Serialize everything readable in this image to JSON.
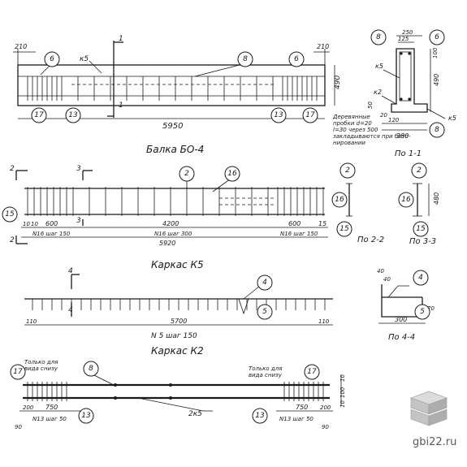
{
  "beam_view": {
    "title": "Балка БО-4",
    "dims": {
      "length": "5950",
      "end_left": "210",
      "end_right": "210",
      "height": "490"
    },
    "labels": {
      "k5": "к5",
      "cut1": "1"
    },
    "callouts": {
      "c6": "6",
      "c8": "8",
      "c13": "13",
      "c17": "17"
    }
  },
  "section_1_1": {
    "title": "По 1-1",
    "dims": {
      "top_w": "250",
      "inner_w": "125",
      "h1": "100",
      "h2": "490",
      "b1": "120",
      "b2": "380",
      "side": "50",
      "bot": "20"
    },
    "labels": {
      "k5": "к5",
      "k2": "к2",
      "k5b": "к5"
    },
    "note": [
      "Деревянные",
      "пробки d=20",
      "l=30 через 500",
      "закладываются при бето-",
      "нировании"
    ],
    "callouts": {
      "c8": "8",
      "c6": "6",
      "c8b": "8"
    }
  },
  "frame_k5": {
    "title": "Каркас К5",
    "dims": {
      "d10a": "10",
      "d10b": "10",
      "left": "600",
      "mid": "4200",
      "right": "600",
      "total": "5920",
      "edge": "15",
      "step_l": "N16 шаг 150",
      "step_m": "N16 шаг 300",
      "step_r": "N16 шаг 150"
    },
    "cuts": {
      "c2": "2",
      "c3": "3"
    },
    "callouts": {
      "c2": "2",
      "c16": "16",
      "c15": "15"
    }
  },
  "section_2_2": {
    "title": "По 2-2",
    "callouts": {
      "c2": "2",
      "c16": "16",
      "c15": "15"
    }
  },
  "section_3_3": {
    "title": "По 3-3",
    "dim": "480",
    "callouts": {
      "c2": "2",
      "c16": "16",
      "c15": "15"
    }
  },
  "frame_k2": {
    "title": "Каркас К2",
    "dims": {
      "left": "110",
      "mid": "5700",
      "right": "110",
      "step": "N 5 шаг 150"
    },
    "cut": "4",
    "callouts": {
      "c4": "4",
      "c5": "5"
    }
  },
  "section_4_4": {
    "title": "По 4-4",
    "dims": {
      "a": "40",
      "b": "40",
      "w": "300",
      "h": "70"
    },
    "callouts": {
      "c4": "4",
      "c5": "5"
    }
  },
  "frame_bottom": {
    "note_left": [
      "Только для",
      "вида снизу"
    ],
    "note_right": [
      "Только для",
      "вида снизу"
    ],
    "dims": {
      "left_a": "200",
      "left_b": "750",
      "right_a": "750",
      "right_b": "200",
      "end_a": "90",
      "end_b": "90",
      "step_l": "N13 шаг 50",
      "step_r": "N13 шаг 50",
      "side1": "10",
      "side2": "100",
      "side3": "10"
    },
    "label": "2к5",
    "callouts": {
      "c17": "17",
      "c8": "8",
      "c13": "13",
      "c13b": "13",
      "c17b": "17"
    }
  },
  "watermark": {
    "text": "gbi22.ru"
  }
}
